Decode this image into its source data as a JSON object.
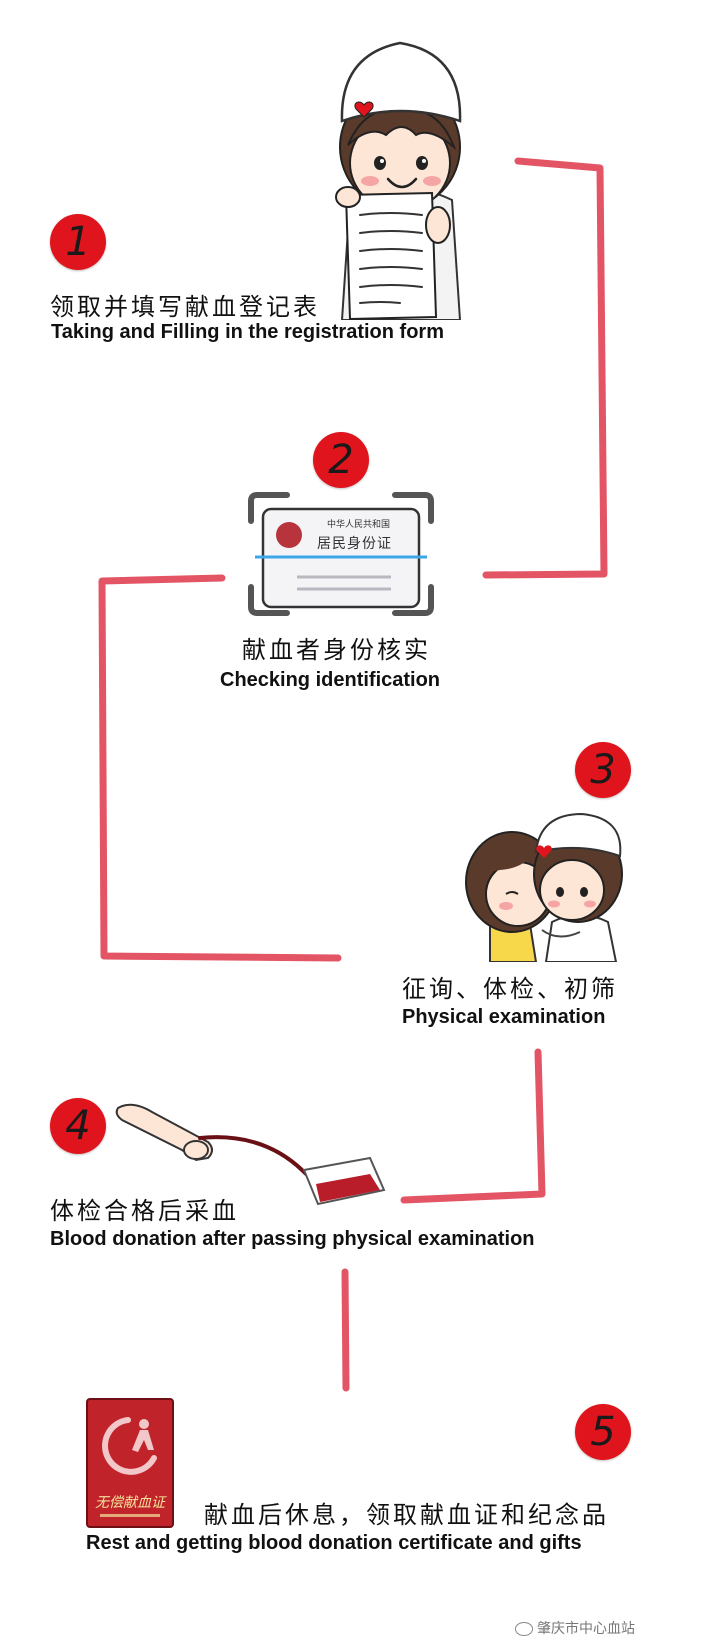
{
  "colors": {
    "badge": "#e0141c",
    "connector": "#e35565",
    "certificate": "#c0242a"
  },
  "steps": [
    {
      "number": "1",
      "title_zh": "领取并填写献血登记表",
      "title_en": "Taking and Filling in the registration form",
      "icon": "nurse-holding-form-illustration"
    },
    {
      "number": "2",
      "title_zh": "献血者身份核实",
      "title_en": "Checking identification",
      "icon": "id-card-scan-illustration"
    },
    {
      "number": "3",
      "title_zh": "征询、体检、初筛",
      "title_en": "Physical examination",
      "icon": "nurse-examining-donor-illustration"
    },
    {
      "number": "4",
      "title_zh": "体检合格后采血",
      "title_en": "Blood donation after passing physical examination",
      "icon": "blood-collection-bag-illustration"
    },
    {
      "number": "5",
      "title_zh": "献血后休息，领取献血证和纪念品",
      "title_en": "Rest and getting blood donation certificate and gifts",
      "icon": "donation-certificate-illustration"
    }
  ],
  "id_card": {
    "country": "中华人民共和国",
    "card_name": "居民身份证"
  },
  "certificate": {
    "title": "无偿献血证"
  },
  "watermark": {
    "text": "肇庆市中心血站"
  }
}
